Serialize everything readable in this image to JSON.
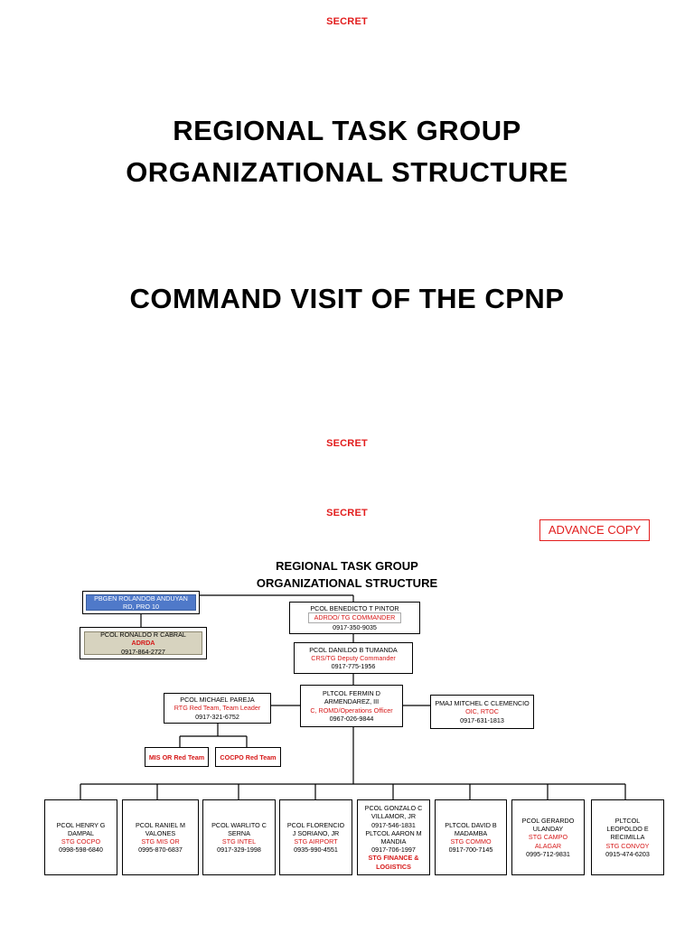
{
  "header": {
    "secret_top": "SECRET",
    "title_line1": "REGIONAL TASK GROUP",
    "title_line2": "ORGANIZATIONAL STRUCTURE",
    "subtitle": "COMMAND VISIT OF THE CPNP",
    "secret_mid": "SECRET",
    "secret_second": "SECRET"
  },
  "advance_copy": "ADVANCE COPY",
  "chart": {
    "title_line1": "REGIONAL TASK GROUP",
    "title_line2": "ORGANIZATIONAL STRUCTURE",
    "rd": {
      "name": "PBGEN ROLANDOB ANDUYAN",
      "role": "RD, PRO 10"
    },
    "adrda": {
      "name": "PCOL RONALDO R CABRAL",
      "role": "ADRDA",
      "phone": "0917-864-2727"
    },
    "commander": {
      "name": "PCOL BENEDICTO T PINTOR",
      "role": "ADRDO/ TG COMMANDER",
      "phone": "0917-350-9035"
    },
    "deputy": {
      "name": "PCOL DANILDO B TUMANDA",
      "role": "CRS/TG Deputy Commander",
      "phone": "0917-775-1956"
    },
    "operations": {
      "name1": "PLTCOL FERMIN D",
      "name2": "ARMENDAREZ, III",
      "role": "C, ROMD/Operations Officer",
      "phone": "0967-026-9844"
    },
    "red_team": {
      "name": "PCOL MICHAEL PAREJA",
      "role": "RTG Red Team, Team Leader",
      "phone": "0917-321-6752"
    },
    "rtoc": {
      "name": "PMAJ MITCHEL C CLEMENCIO",
      "role": "OIC, RTOC",
      "phone": "0917-631-1813"
    },
    "mis_red": "MIS OR Red Team",
    "cocpo_red": "COCPO Red Team",
    "stg": [
      {
        "name1": "PCOL HENRY G",
        "name2": "DAMPAL",
        "role": "STG COCPO",
        "phone": "0998-598-6840"
      },
      {
        "name1": "PCOL RANIEL M",
        "name2": "VALONES",
        "role": "STG MIS OR",
        "phone": "0995-870-6837"
      },
      {
        "name1": "PCOL WARLITO C",
        "name2": "SERNA",
        "role": "STG INTEL",
        "phone": "0917-329-1998"
      },
      {
        "name1": "PCOL FLORENCIO",
        "name2": "J SORIANO, JR",
        "role": "STG AIRPORT",
        "phone": "0935-990-4551"
      },
      {
        "name1": "PCOL GONZALO C",
        "name2": "VILLAMOR, JR",
        "phone1": "0917-546-1831",
        "name3": "PLTCOL AARON M",
        "name4": "MANDIA",
        "phone2": "0917-706-1997",
        "role1": "STG FINANCE &",
        "role2": "LOGISTICS"
      },
      {
        "name1": "PLTCOL DAVID B",
        "name2": "MADAMBA",
        "role": "STG COMMO",
        "phone": "0917-700-7145"
      },
      {
        "name1": "PCOL GERARDO",
        "name2": "ULANDAY",
        "role1": "STG CAMPO",
        "role2": "ALAGAR",
        "phone": "0995-712-9831"
      },
      {
        "name1": "PLTCOL",
        "name2": "LEOPOLDO E",
        "name3": "RECIMILLA",
        "role": "STG CONVOY",
        "phone": "0915-474-6203"
      }
    ]
  }
}
